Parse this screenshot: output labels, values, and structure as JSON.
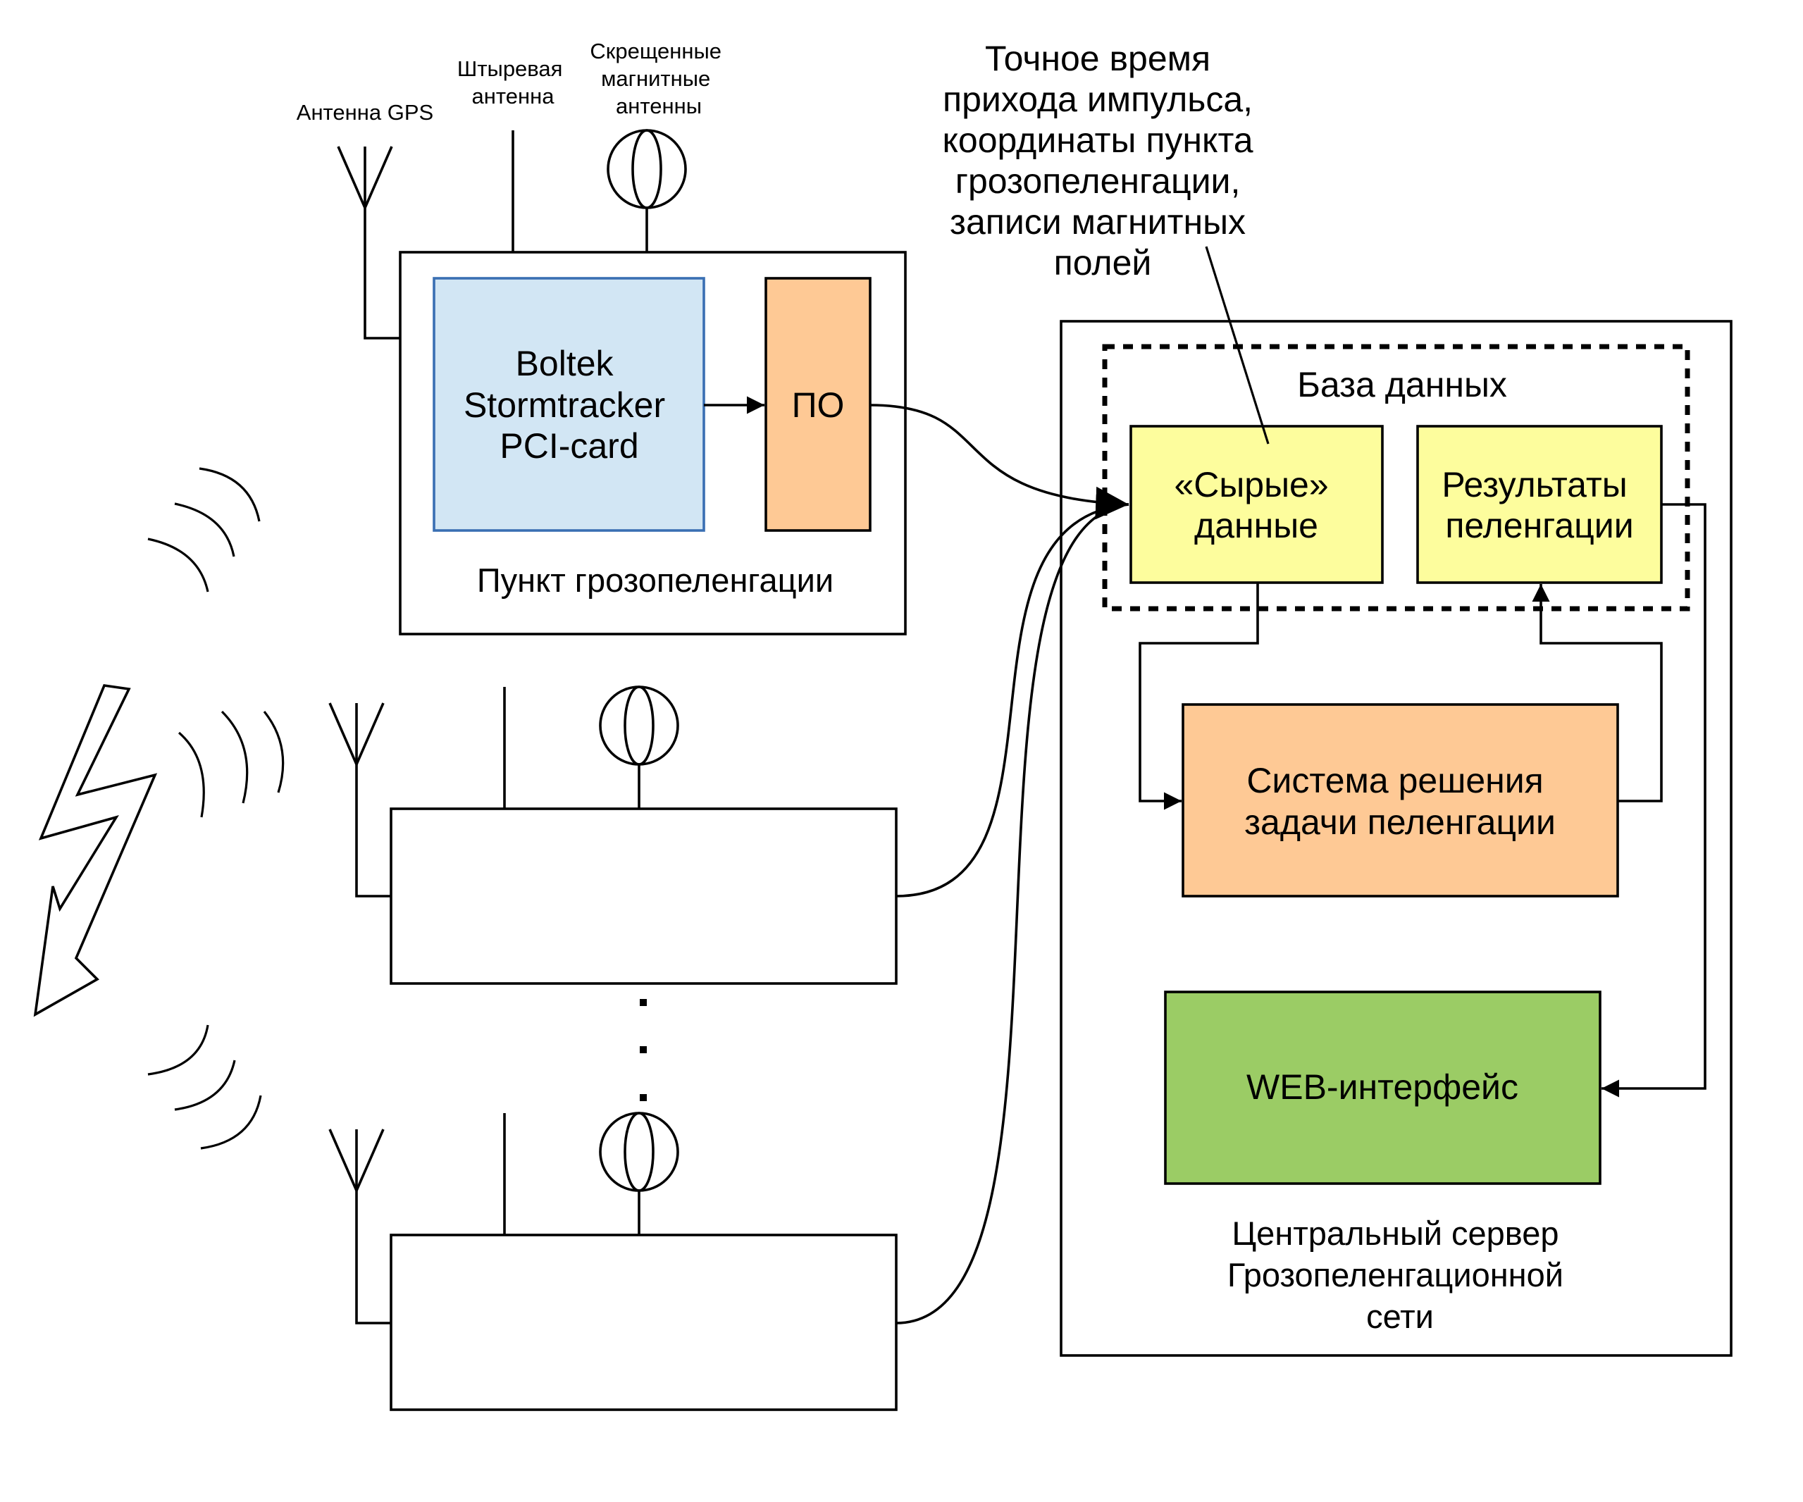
{
  "colors": {
    "card": "#d2e6f4",
    "card_border": "#3a6fb3",
    "software": "#fec995",
    "raw": "#fdfd9d",
    "solver": "#fec995",
    "web": "#9bcc65"
  },
  "antennas": {
    "gps": "Антенна GPS",
    "whip": [
      "Штыревая",
      "антенна"
    ],
    "magnetic": [
      "Скрещенные",
      "магнитные",
      "антенны"
    ]
  },
  "station": {
    "card": [
      "Boltek",
      "Stormtracker",
      "PCI-card"
    ],
    "software": "ПО",
    "caption": "Пункт грозопеленгации"
  },
  "annotation": [
    "Точное время",
    "прихода импульса,",
    "координаты пункта",
    "грозопеленгации,",
    "записи магнитных",
    "полей"
  ],
  "server": {
    "database": "База данных",
    "raw_data": [
      "«Сырые»",
      "данные"
    ],
    "results": [
      "Результаты",
      "пеленгации"
    ],
    "solver": [
      "Система решения",
      "задачи пеленгации"
    ],
    "web": "WEB-интерфейс",
    "caption": [
      "Центральный сервер",
      "Грозопеленгационной",
      "сети"
    ]
  }
}
